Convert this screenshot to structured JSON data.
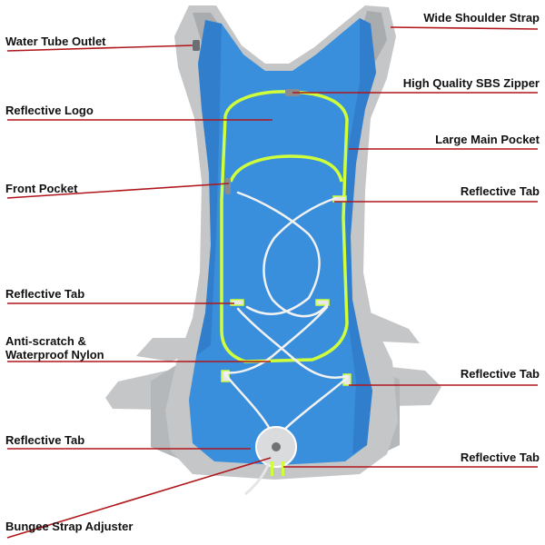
{
  "product": {
    "colors": {
      "body": "#3a8fdc",
      "body_dark": "#2a73bf",
      "trim": "#c4c6c8",
      "trim_dark": "#9ea1a4",
      "piping": "#cfff3a",
      "bungee": "#f2f2f2",
      "leader": "#b0161b"
    }
  },
  "callouts": {
    "left": [
      {
        "id": "water-tube-outlet",
        "lines": [
          "Water Tube Outlet"
        ]
      },
      {
        "id": "reflective-logo",
        "lines": [
          "Reflective Logo"
        ]
      },
      {
        "id": "front-pocket",
        "lines": [
          "Front Pocket"
        ]
      },
      {
        "id": "reflective-tab-left-1",
        "lines": [
          "Reflective Tab"
        ]
      },
      {
        "id": "anti-scratch-nylon",
        "lines": [
          "Anti-scratch &",
          "Waterproof Nylon"
        ]
      },
      {
        "id": "reflective-tab-left-2",
        "lines": [
          "Reflective Tab"
        ]
      },
      {
        "id": "bungee-strap-adjuster",
        "lines": [
          "Bungee Strap Adjuster"
        ]
      }
    ],
    "right": [
      {
        "id": "wide-shoulder-strap",
        "lines": [
          "Wide Shoulder Strap"
        ]
      },
      {
        "id": "sbs-zipper",
        "lines": [
          "High Quality SBS Zipper"
        ]
      },
      {
        "id": "large-main-pocket",
        "lines": [
          "Large Main Pocket"
        ]
      },
      {
        "id": "reflective-tab-right-1",
        "lines": [
          "Reflective Tab"
        ]
      },
      {
        "id": "reflective-tab-right-2",
        "lines": [
          "Reflective Tab"
        ]
      },
      {
        "id": "reflective-tab-right-3",
        "lines": [
          "Reflective Tab"
        ]
      }
    ]
  }
}
